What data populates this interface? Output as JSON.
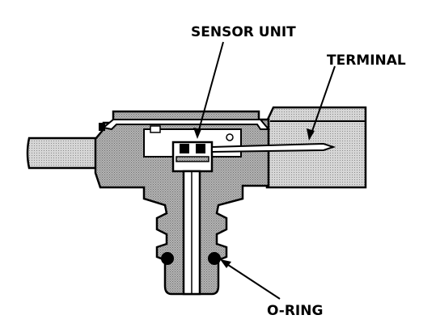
{
  "labels": {
    "sensor_unit": "SENSOR UNIT",
    "terminal": "TERMINAL",
    "o_ring": "O-RING"
  },
  "colors": {
    "body_fill": "#a8a8a8",
    "light_fill": "#d4d4d4",
    "outline": "#000000",
    "background": "#ffffff"
  }
}
